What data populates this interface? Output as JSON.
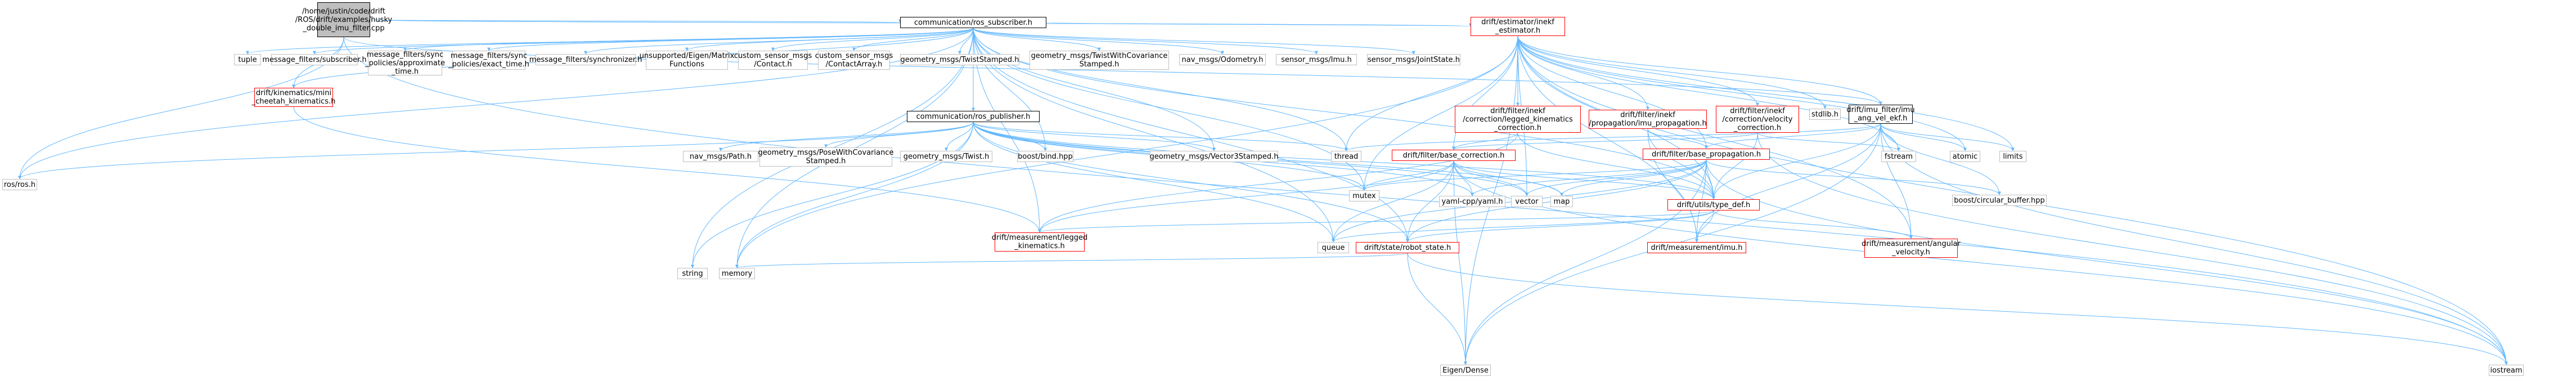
{
  "root": "/home/justin/code/drift/ROS/drift/examples/husky_double_imu_filter.cpp",
  "nodes": {
    "root": "/home/justin/code/drift\n/ROS/drift/examples/husky\n_double_imu_filter.cpp",
    "ros_subscriber": "communication/ros_subscriber.h",
    "ros_ros": "ros/ros.h",
    "iostream": "iostream",
    "tuple": "tuple",
    "msg_subscriber": "message_filters/subscriber.h",
    "msg_approx": "message_filters/sync\n_policies/approximate\n_time.h",
    "msg_exact": "message_filters/sync\n_policies/exact_time.h",
    "msg_sync": "message_filters/synchronizer.h",
    "eigen_unsupported": "unsupported/Eigen/Matrix\nFunctions",
    "custom_contact": "custom_sensor_msgs\n/Contact.h",
    "custom_contact_array": "custom_sensor_msgs\n/ContactArray.h",
    "twist_stamped": "geometry_msgs/TwistStamped.h",
    "twist_cov": "geometry_msgs/TwistWithCovariance\nStamped.h",
    "odometry": "nav_msgs/Odometry.h",
    "imu_msg": "sensor_msgs/Imu.h",
    "joint_state": "sensor_msgs/JointState.h",
    "estimator": "drift/estimator/inekf\n_estimator.h",
    "mini_cheetah": "drift/kinematics/mini\n_cheetah_kinematics.h",
    "ros_publisher": "communication/ros_publisher.h",
    "legged_corr": "drift/filter/inekf\n/correction/legged_kinematics\n_correction.h",
    "imu_prop": "drift/filter/inekf\n/propagation/imu_propagation.h",
    "vel_corr": "drift/filter/inekf\n/correction/velocity\n_correction.h",
    "stdlib": "stdlib.h",
    "imu_filter": "drift/imu_filter/imu\n_ang_vel_ekf.h",
    "nav_path": "nav_msgs/Path.h",
    "pose_cov": "geometry_msgs/PoseWithCovariance\nStamped.h",
    "twist": "geometry_msgs/Twist.h",
    "boost_bind": "boost/bind.hpp",
    "vector3": "geometry_msgs/Vector3Stamped.h",
    "thread": "thread",
    "fstream": "fstream",
    "atomic": "atomic",
    "limits": "limits",
    "base_corr": "drift/filter/base_correction.h",
    "base_prop": "drift/filter/base_propagation.h",
    "mutex": "mutex",
    "yaml": "yaml-cpp/yaml.h",
    "vector": "vector",
    "map": "map",
    "circular": "boost/circular_buffer.hpp",
    "type_def": "drift/utils/type_def.h",
    "legged_kin": "drift/measurement/legged\n_kinematics.h",
    "queue": "queue",
    "robot_state": "drift/state/robot_state.h",
    "meas_imu": "drift/measurement/imu.h",
    "ang_vel": "drift/measurement/angular\n_velocity.h",
    "string": "string",
    "memory": "memory",
    "eigen_dense": "Eigen/Dense"
  },
  "edges": [
    [
      "root",
      "ros_subscriber"
    ],
    [
      "root",
      "ros_ros"
    ],
    [
      "root",
      "iostream"
    ],
    [
      "root",
      "estimator"
    ],
    [
      "root",
      "imu_filter"
    ],
    [
      "root",
      "mini_cheetah"
    ],
    [
      "ros_subscriber",
      "ros_ros"
    ],
    [
      "ros_subscriber",
      "tuple"
    ],
    [
      "ros_subscriber",
      "msg_subscriber"
    ],
    [
      "ros_subscriber",
      "msg_approx"
    ],
    [
      "ros_subscriber",
      "msg_exact"
    ],
    [
      "ros_subscriber",
      "msg_sync"
    ],
    [
      "ros_subscriber",
      "eigen_unsupported"
    ],
    [
      "ros_subscriber",
      "custom_contact"
    ],
    [
      "ros_subscriber",
      "custom_contact_array"
    ],
    [
      "ros_subscriber",
      "twist_stamped"
    ],
    [
      "ros_subscriber",
      "twist_cov"
    ],
    [
      "ros_subscriber",
      "odometry"
    ],
    [
      "ros_subscriber",
      "imu_msg"
    ],
    [
      "ros_subscriber",
      "joint_state"
    ],
    [
      "ros_subscriber",
      "estimator"
    ],
    [
      "ros_subscriber",
      "mini_cheetah"
    ],
    [
      "ros_subscriber",
      "ros_publisher"
    ],
    [
      "ros_subscriber",
      "boost_bind"
    ],
    [
      "ros_subscriber",
      "vector3"
    ],
    [
      "ros_subscriber",
      "thread"
    ],
    [
      "ros_subscriber",
      "mutex"
    ],
    [
      "ros_subscriber",
      "queue"
    ],
    [
      "ros_subscriber",
      "string"
    ],
    [
      "ros_subscriber",
      "memory"
    ],
    [
      "ros_subscriber",
      "robot_state"
    ],
    [
      "ros_subscriber",
      "type_def"
    ],
    [
      "ros_subscriber",
      "legged_kin"
    ],
    [
      "estimator",
      "legged_corr"
    ],
    [
      "estimator",
      "imu_prop"
    ],
    [
      "estimator",
      "vel_corr"
    ],
    [
      "estimator",
      "stdlib"
    ],
    [
      "estimator",
      "imu_filter"
    ],
    [
      "estimator",
      "base_corr"
    ],
    [
      "estimator",
      "base_prop"
    ],
    [
      "estimator",
      "thread"
    ],
    [
      "estimator",
      "fstream"
    ],
    [
      "estimator",
      "atomic"
    ],
    [
      "estimator",
      "limits"
    ],
    [
      "estimator",
      "type_def"
    ],
    [
      "estimator",
      "meas_imu"
    ],
    [
      "estimator",
      "ang_vel"
    ],
    [
      "estimator",
      "eigen_dense"
    ],
    [
      "estimator",
      "iostream"
    ],
    [
      "estimator",
      "mutex"
    ],
    [
      "estimator",
      "vector"
    ],
    [
      "estimator",
      "memory"
    ],
    [
      "mini_cheetah",
      "legged_kin"
    ],
    [
      "ros_publisher",
      "ros_ros"
    ],
    [
      "ros_publisher",
      "nav_path"
    ],
    [
      "ros_publisher",
      "pose_cov"
    ],
    [
      "ros_publisher",
      "twist"
    ],
    [
      "ros_publisher",
      "boost_bind"
    ],
    [
      "ros_publisher",
      "vector3"
    ],
    [
      "ros_publisher",
      "thread"
    ],
    [
      "ros_publisher",
      "mutex"
    ],
    [
      "ros_publisher",
      "yaml"
    ],
    [
      "ros_publisher",
      "vector"
    ],
    [
      "ros_publisher",
      "map"
    ],
    [
      "ros_publisher",
      "type_def"
    ],
    [
      "ros_publisher",
      "queue"
    ],
    [
      "ros_publisher",
      "robot_state"
    ],
    [
      "ros_publisher",
      "string"
    ],
    [
      "ros_publisher",
      "memory"
    ],
    [
      "legged_corr",
      "base_corr"
    ],
    [
      "legged_corr",
      "legged_kin"
    ],
    [
      "legged_corr",
      "type_def"
    ],
    [
      "imu_prop",
      "base_prop"
    ],
    [
      "imu_prop",
      "meas_imu"
    ],
    [
      "imu_prop",
      "type_def"
    ],
    [
      "vel_corr",
      "base_corr"
    ],
    [
      "vel_corr",
      "type_def"
    ],
    [
      "vel_corr",
      "fstream"
    ],
    [
      "vel_corr",
      "iostream"
    ],
    [
      "imu_filter",
      "base_prop"
    ],
    [
      "imu_filter",
      "thread"
    ],
    [
      "imu_filter",
      "fstream"
    ],
    [
      "imu_filter",
      "atomic"
    ],
    [
      "imu_filter",
      "limits"
    ],
    [
      "imu_filter",
      "circular"
    ],
    [
      "imu_filter",
      "type_def"
    ],
    [
      "imu_filter",
      "meas_imu"
    ],
    [
      "imu_filter",
      "ang_vel"
    ],
    [
      "imu_filter",
      "iostream"
    ],
    [
      "imu_filter",
      "eigen_dense"
    ],
    [
      "base_corr",
      "mutex"
    ],
    [
      "base_corr",
      "yaml"
    ],
    [
      "base_corr",
      "vector"
    ],
    [
      "base_corr",
      "map"
    ],
    [
      "base_corr",
      "queue"
    ],
    [
      "base_corr",
      "robot_state"
    ],
    [
      "base_corr",
      "type_def"
    ],
    [
      "base_corr",
      "legged_kin"
    ],
    [
      "base_corr",
      "eigen_dense"
    ],
    [
      "base_corr",
      "iostream"
    ],
    [
      "base_prop",
      "mutex"
    ],
    [
      "base_prop",
      "yaml"
    ],
    [
      "base_prop",
      "vector"
    ],
    [
      "base_prop",
      "map"
    ],
    [
      "base_prop",
      "queue"
    ],
    [
      "base_prop",
      "robot_state"
    ],
    [
      "base_prop",
      "type_def"
    ],
    [
      "base_prop",
      "circular"
    ],
    [
      "base_prop",
      "meas_imu"
    ],
    [
      "base_prop",
      "eigen_dense"
    ],
    [
      "base_prop",
      "iostream"
    ],
    [
      "type_def",
      "legged_kin"
    ],
    [
      "type_def",
      "queue"
    ],
    [
      "type_def",
      "robot_state"
    ],
    [
      "type_def",
      "meas_imu"
    ],
    [
      "type_def",
      "ang_vel"
    ],
    [
      "robot_state",
      "memory"
    ],
    [
      "robot_state",
      "eigen_dense"
    ],
    [
      "robot_state",
      "iostream"
    ]
  ]
}
